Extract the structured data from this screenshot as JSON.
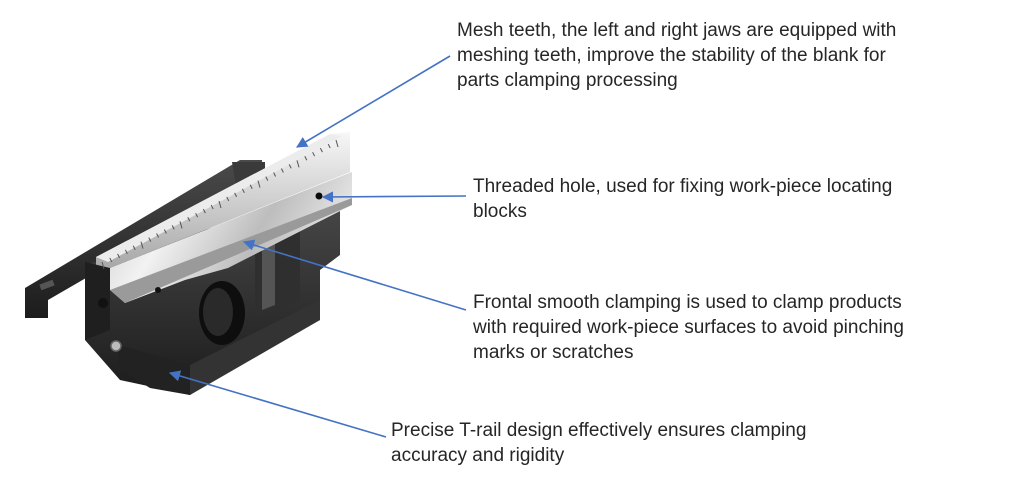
{
  "callouts": [
    {
      "id": "mesh-teeth",
      "lines": [
        "Mesh teeth, the left and right jaws are equipped with",
        "meshing teeth, improve the stability of the blank for",
        "parts clamping processing"
      ]
    },
    {
      "id": "threaded-hole",
      "lines": [
        "Threaded hole, used for fixing work-piece locating",
        "blocks"
      ]
    },
    {
      "id": "frontal-clamping",
      "lines": [
        "Frontal smooth clamping is used to clamp products",
        "with required work-piece surfaces to avoid pinching",
        "marks or scratches"
      ]
    },
    {
      "id": "t-rail",
      "lines": [
        "Precise T-rail design effectively ensures clamping",
        "accuracy and rigidity"
      ]
    }
  ],
  "colors": {
    "arrow": "#4472C4",
    "text": "#262626",
    "metal_dark": "#2b2b2b",
    "metal_light": "#d9d9d9"
  }
}
